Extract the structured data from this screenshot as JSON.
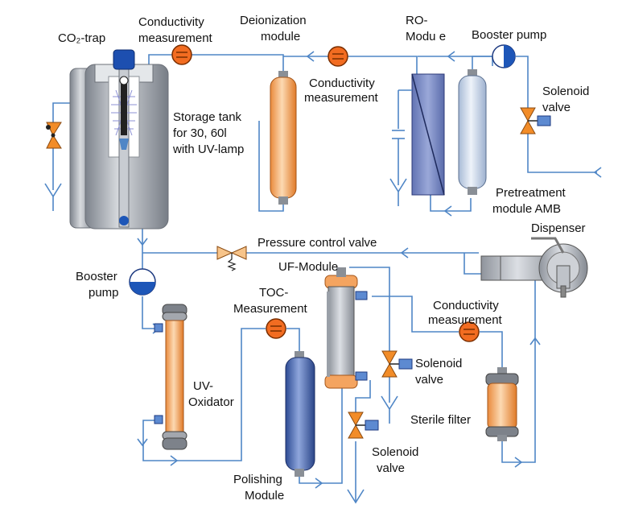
{
  "labels": {
    "co2_trap": "CO₂-trap",
    "cond_top_1": "Conductivity",
    "cond_top_2": "measurement",
    "deion_1": "Deionization",
    "deion_2": "module",
    "ro_1": "RO-",
    "ro_2": "Modu e",
    "booster_top": "Booster pump",
    "cond_mid_1": "Conductivity",
    "cond_mid_2": "measurement",
    "storage_1": "Storage tank",
    "storage_2": "for 30, 60l",
    "storage_3": "with UV-lamp",
    "solenoid_top_1": "Solenoid",
    "solenoid_top_2": "valve",
    "pretreat_1": "Pretreatment",
    "pretreat_2": "module AMB",
    "dispenser": "Dispenser",
    "pressure_valve": "Pressure control valve",
    "booster_left_1": "Booster",
    "booster_left_2": "pump",
    "uf_module": "UF-Module",
    "toc_1": "TOC-",
    "toc_2": "Measurement",
    "cond_right_1": "Conductivity",
    "cond_right_2": "measurement",
    "uv_ox_1": "UV-",
    "uv_ox_2": "Oxidator",
    "solenoid_mid_1": "Solenoid",
    "solenoid_mid_2": "valve",
    "sterile": "Sterile filter",
    "solenoid_bot_1": "Solenoid",
    "solenoid_bot_2": "valve",
    "polish_1": "Polishing",
    "polish_2": "Module"
  },
  "colors": {
    "pipe": "#4f86c6",
    "orange_module": "#f4a460",
    "orange_sensor": "#f26c21",
    "blue_module": "#4a66b0",
    "gray_module": "#b8bcc4",
    "tank": "#9aa0a8",
    "valve": "#f28c28"
  }
}
